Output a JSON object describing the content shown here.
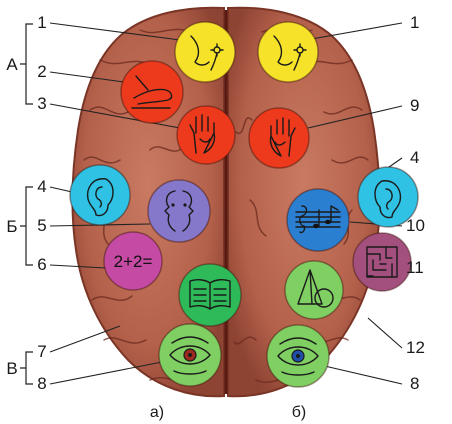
{
  "labels": {
    "left": [
      "1",
      "2",
      "3",
      "4",
      "5",
      "6",
      "7",
      "8"
    ],
    "right": [
      "1",
      "9",
      "4",
      "10",
      "11",
      "12",
      "8"
    ]
  },
  "groups": {
    "a": "А",
    "b": "Б",
    "c": "В"
  },
  "captions": {
    "left": "а)",
    "right": "б)"
  },
  "icon_text": {
    "math": "2+2="
  },
  "colors": {
    "yellow": "#f7e22a",
    "red": "#ee3a1c",
    "cyan": "#2fc2e4",
    "violet": "#8577c9",
    "magenta": "#c44aa4",
    "green": "#2fba5a",
    "light_green": "#7fcf63",
    "blue": "#2a7fd0",
    "purple_red": "#a3507e",
    "brain": "#b4614b"
  },
  "icons": {
    "left": [
      "nose-flower-icon",
      "hand-writing-icon",
      "palm-icon",
      "ear-icon",
      "faces-icon",
      "math-icon",
      "book-icon",
      "eye-icon"
    ],
    "right": [
      "nose-flower-icon",
      "palm-icon",
      "ear-icon",
      "music-notes-icon",
      "maze-icon",
      "geometric-shapes-icon",
      "eye-icon"
    ]
  }
}
